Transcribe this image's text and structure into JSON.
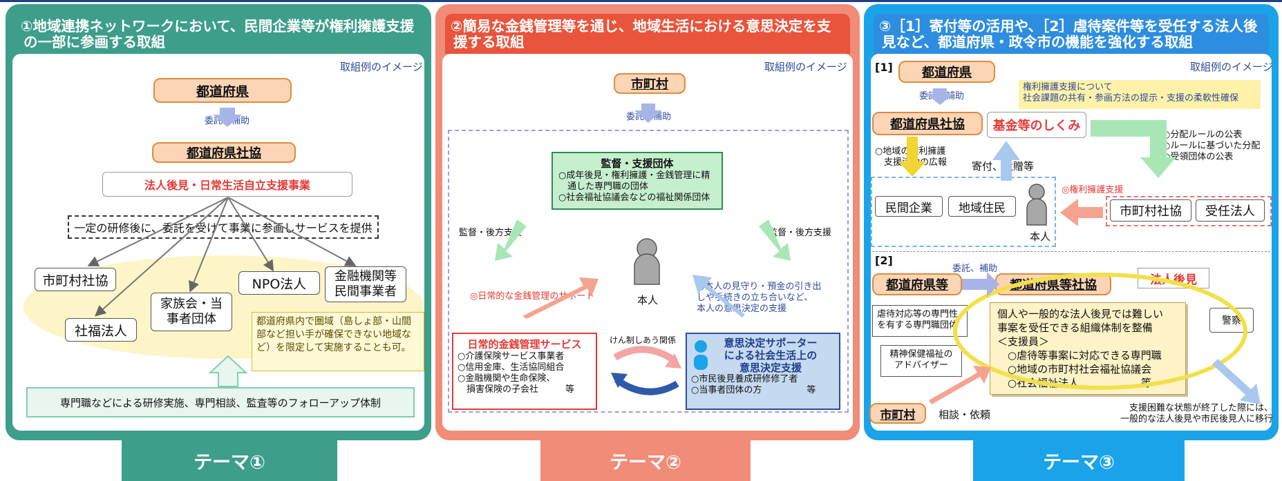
{
  "theme1": {
    "title": "①地域連携ネットワークにおいて、民間企業等が権利擁護支援の一部に参画する取組",
    "example": "取組例のイメージ",
    "prefecture": "都道府県",
    "commission": "委託、補助",
    "pref_council": "都道府県社協",
    "project": "法人後見・日常生活自立支援事業",
    "dashed_note": "一定の研修後に、委託を受けて事業に参画しサービスを提供",
    "entities": [
      "市町村社協",
      "家族会・当事者団体",
      "NPO法人",
      "金融機関等民間事業者",
      "社福法人"
    ],
    "yellow_note": "都道府県内で圏域（島しょ部・山間部など担い手が確保できない地域など）を限定して実施することも可。",
    "followup": "専門職などによる研修実施、専門相談、監査等のフォローアップ体制",
    "tab": "テーマ①"
  },
  "theme2": {
    "title": "②簡易な金銭管理等を通じ、地域生活における意思決定を支援する取組",
    "example": "取組例のイメージ",
    "municipality": "市町村",
    "commission": "委託、補助",
    "supervisor_title": "監督・支援団体",
    "supervisor_lines": [
      "○成年後見・権利擁護・金銭管理に精",
      "　通した専門職の団体",
      "○社会福祉協議会などの福祉関係団体"
    ],
    "support_left": "監督・後方支援",
    "support_right": "監督・後方支援",
    "person": "本人",
    "daily_support": "◎日常的な金銭管理のサポート",
    "watch_lines": [
      "◎本人の見守り・預金の引き出",
      "しや手続きの立ち合いなど、",
      "本人の意思決定の支援"
    ],
    "mutual_check": "けん制しあう関係",
    "service_title": "日常的金銭管理サービス",
    "service_lines": [
      "○介護保険サービス事業者",
      "○信用金庫、生活協同組合",
      "○金融機関や生命保険、",
      "　損害保険の子会社　　　等"
    ],
    "decision_title_1": "意思決定サポーター",
    "decision_title_2": "による社会生活上の",
    "decision_title_3": "意思決定支援",
    "decision_lines": [
      "○市民後見養成研修修了者",
      "○当事者団体の方　　　　　等"
    ],
    "tab": "テーマ②"
  },
  "theme3": {
    "title": "③［1］寄付等の活用や、［2］虐待案件等を受任する法人後見など、都道府県・政令市の機能を強化する取組",
    "example": "取組例のイメージ",
    "sec1": "[1]",
    "prefecture": "都道府県",
    "commission": "委託、補助",
    "note_lines": [
      "権利擁護支援について",
      "社会課題の共有・参画方法の提示・支援の柔軟性確保"
    ],
    "pref_council": "都道府県社協",
    "fund": "基金等のしくみ",
    "distribution_lines": [
      "○分配ルールの公表",
      "○ルールに基づいた分配",
      "○受領団体の公表"
    ],
    "pr_lines": [
      "○地域の権利擁護",
      "　支援活動の広報"
    ],
    "donation": "寄付、遺贈等",
    "private_company": "民間企業",
    "residents": "地域住民",
    "person": "本人",
    "rights_support": "◎権利擁護支援",
    "muni_council": "市町村社協",
    "trustee": "受任法人",
    "sec2": "[2]",
    "commission2": "委託、補助",
    "prefecture_etc": "都道府県等",
    "pref_etc_council": "都道府県等社協",
    "corp_guardian": "法人後見",
    "abuse_lines": [
      "虐待対応等の専門性",
      "を有する専門職団体"
    ],
    "mental_lines": [
      "精神保健福祉の",
      "アドバイザー"
    ],
    "police": "警察",
    "system_lines": [
      "個人や一般的な法人後見では難しい",
      "事案を受任できる組織体制を整備",
      "＜支援員＞",
      "　○虐待等事案に対応できる専門職",
      "　○地域の市町村社会福祉協議会",
      "　○社会福祉法人　　　　　　等"
    ],
    "municipality": "市町村",
    "consult": "相談・依頼",
    "transition_lines": [
      "支援困難な状態が終了した際には、",
      "一般的な法人後見や市民後見人に移行"
    ],
    "tab": "テーマ③"
  },
  "colors": {
    "theme1": "#3d9e8a",
    "theme2": "#f08c78",
    "theme2_title": "#e9543c",
    "theme3": "#1aa3e8",
    "theme3_title": "#2d8de0",
    "pill": "#fbd5b5",
    "supervisor_fill": "#c6efce",
    "service_border": "#e53935",
    "decision_fill": "#c5daf1",
    "yellow": "#fff2a8"
  }
}
